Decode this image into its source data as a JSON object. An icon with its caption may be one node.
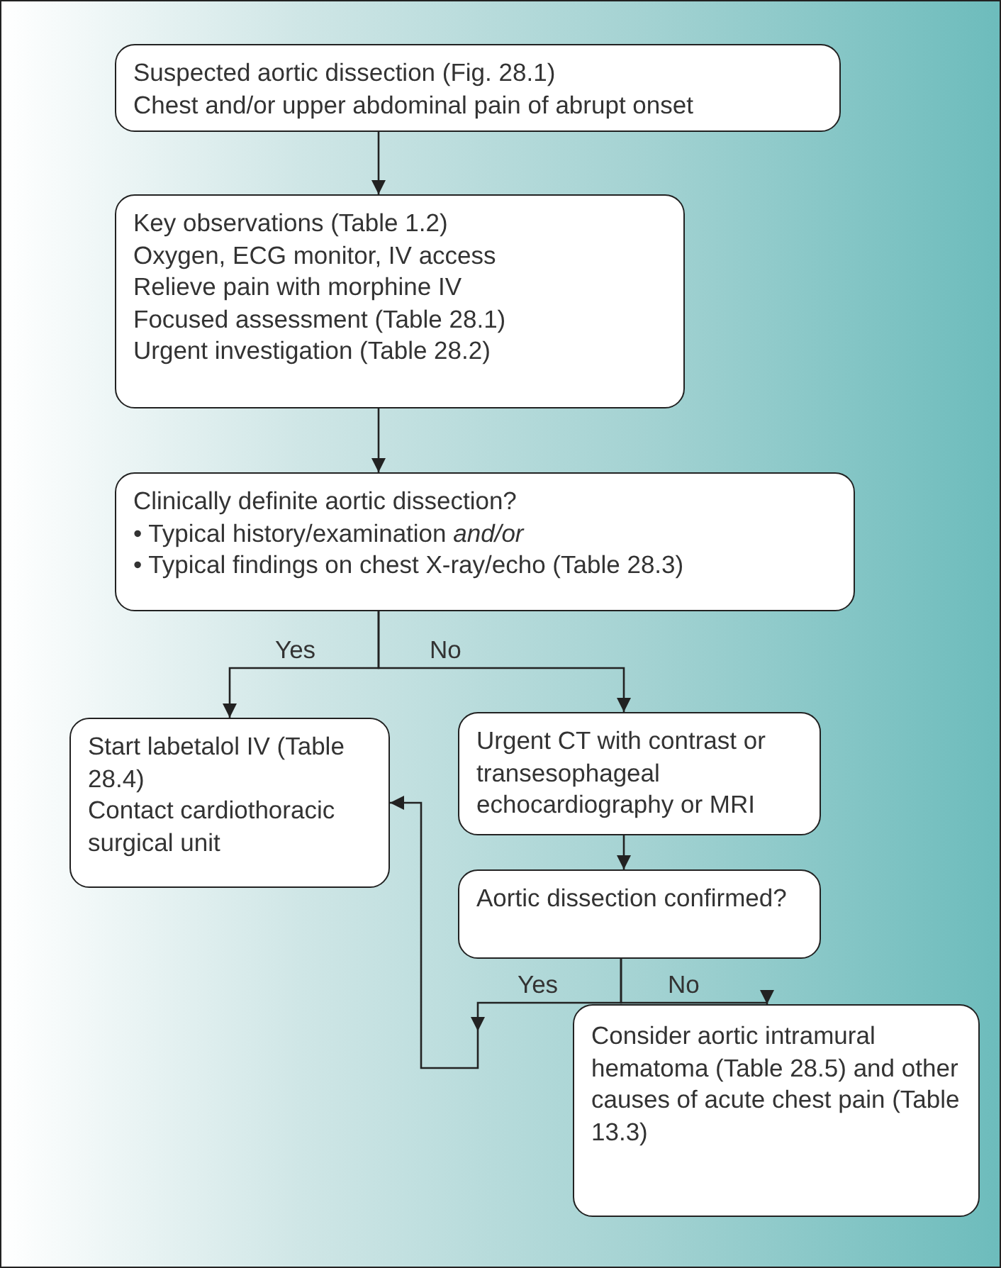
{
  "diagram": {
    "nodes": [
      {
        "text": [
          "Suspected aortic dissection (Fig. 28.1)",
          "Chest and/or upper abdominal pain of abrupt onset"
        ]
      },
      {
        "text": [
          "Key observations (Table 1.2)",
          "Oxygen, ECG monitor, IV access",
          "Relieve pain with morphine IV",
          "Focused assessment (Table 28.1)",
          "Urgent investigation (Table 28.2)"
        ]
      },
      {
        "text": [
          "Clinically definite aortic dissection?",
          "• Typical history/examination *and/or*",
          "• Typical findings on chest X-ray/echo (Table 28.3)"
        ]
      },
      {
        "text": [
          "Start labetalol IV (Table 28.4)",
          "Contact cardiothoracic surgical unit"
        ]
      },
      {
        "text": [
          "Urgent CT with contrast or transesophageal echocardiography or MRI"
        ]
      },
      {
        "text": [
          "Aortic dissection confirmed?"
        ]
      },
      {
        "text": [
          "Consider aortic intramural hematoma (Table 28.5) and other causes of acute chest pain (Table 13.3)"
        ]
      }
    ],
    "edges": [
      {
        "from": 0,
        "to": 1,
        "arrow": "to"
      },
      {
        "from": 1,
        "to": 2,
        "arrow": "to"
      },
      {
        "from": 2,
        "to": 3,
        "arrow": "to",
        "label": "Yes"
      },
      {
        "from": 2,
        "to": 4,
        "arrow": "to",
        "label": "No"
      },
      {
        "from": 4,
        "to": 5,
        "arrow": "to"
      },
      {
        "from": 5,
        "to": 3,
        "arrow": "to",
        "label": "Yes"
      },
      {
        "from": 5,
        "to": 6,
        "arrow": "to",
        "label": "No"
      }
    ]
  }
}
